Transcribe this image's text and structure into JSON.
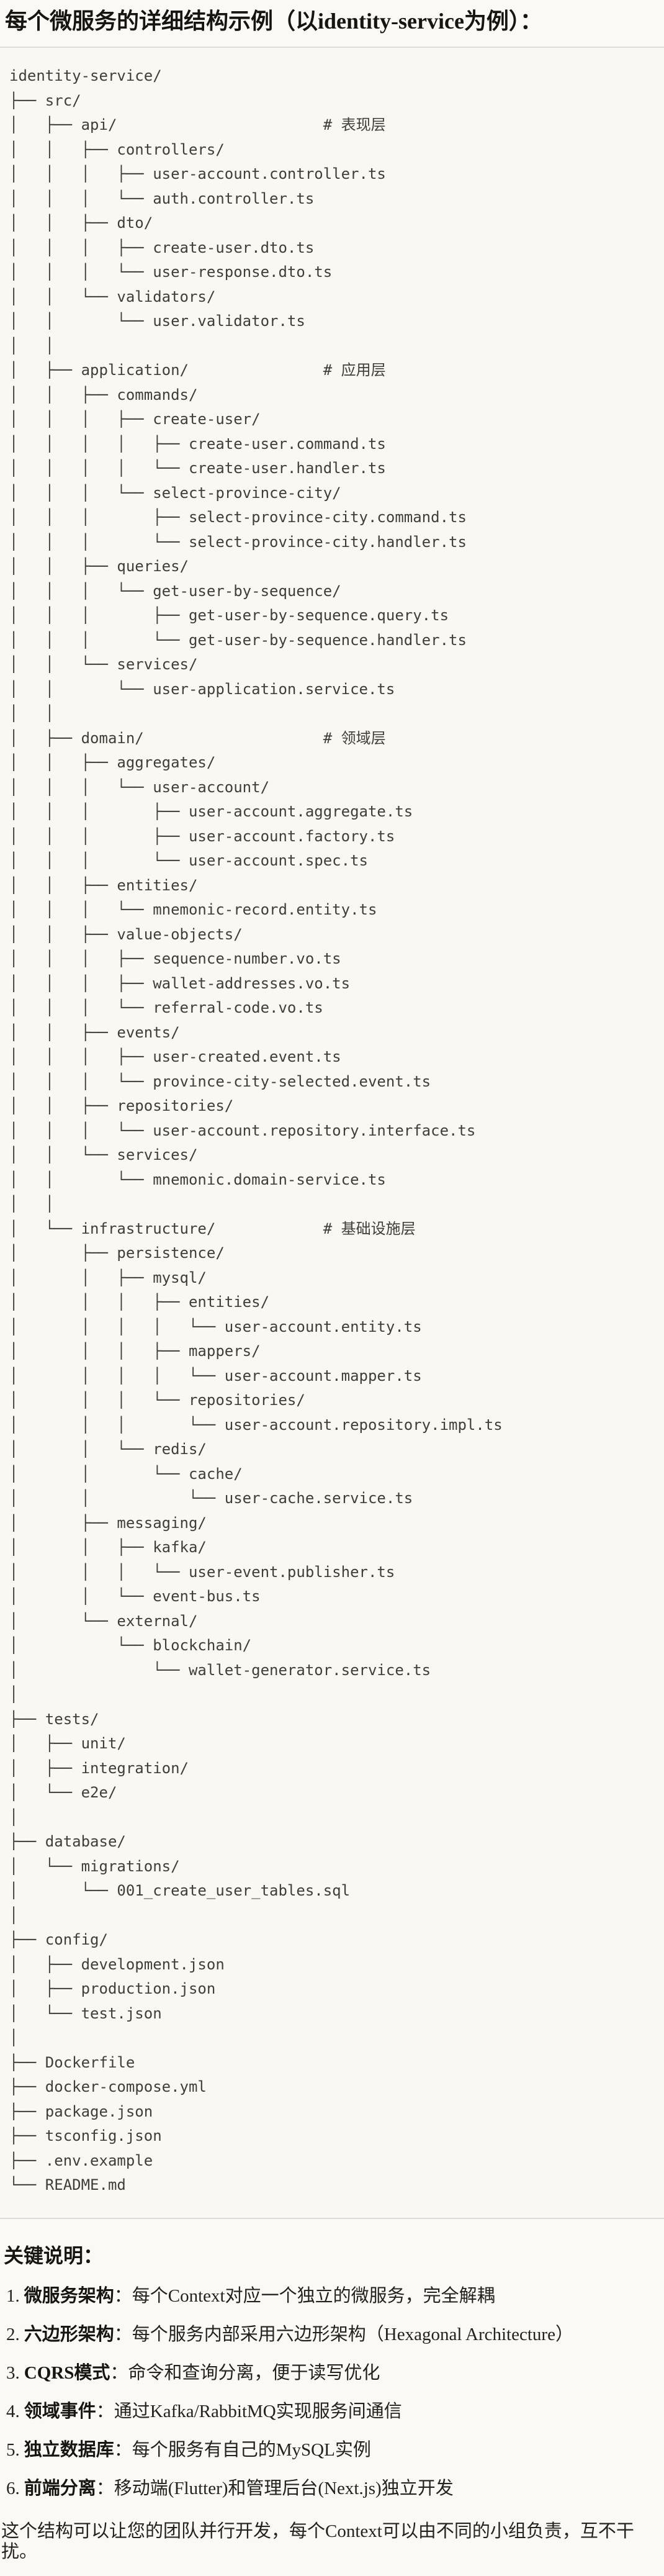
{
  "page": {
    "title": "每个微服务的详细结构示例（以identity-service为例）："
  },
  "code_block": {
    "lines": [
      "identity-service/",
      "├── src/",
      "│   ├── api/                       # 表现层",
      "│   │   ├── controllers/",
      "│   │   │   ├── user-account.controller.ts",
      "│   │   │   └── auth.controller.ts",
      "│   │   ├── dto/",
      "│   │   │   ├── create-user.dto.ts",
      "│   │   │   └── user-response.dto.ts",
      "│   │   └── validators/",
      "│   │       └── user.validator.ts",
      "│   │",
      "│   ├── application/               # 应用层",
      "│   │   ├── commands/",
      "│   │   │   ├── create-user/",
      "│   │   │   │   ├── create-user.command.ts",
      "│   │   │   │   └── create-user.handler.ts",
      "│   │   │   └── select-province-city/",
      "│   │   │       ├── select-province-city.command.ts",
      "│   │   │       └── select-province-city.handler.ts",
      "│   │   ├── queries/",
      "│   │   │   └── get-user-by-sequence/",
      "│   │   │       ├── get-user-by-sequence.query.ts",
      "│   │   │       └── get-user-by-sequence.handler.ts",
      "│   │   └── services/",
      "│   │       └── user-application.service.ts",
      "│   │",
      "│   ├── domain/                    # 领域层",
      "│   │   ├── aggregates/",
      "│   │   │   └── user-account/",
      "│   │   │       ├── user-account.aggregate.ts",
      "│   │   │       ├── user-account.factory.ts",
      "│   │   │       └── user-account.spec.ts",
      "│   │   ├── entities/",
      "│   │   │   └── mnemonic-record.entity.ts",
      "│   │   ├── value-objects/",
      "│   │   │   ├── sequence-number.vo.ts",
      "│   │   │   ├── wallet-addresses.vo.ts",
      "│   │   │   └── referral-code.vo.ts",
      "│   │   ├── events/",
      "│   │   │   ├── user-created.event.ts",
      "│   │   │   └── province-city-selected.event.ts",
      "│   │   ├── repositories/",
      "│   │   │   └── user-account.repository.interface.ts",
      "│   │   └── services/",
      "│   │       └── mnemonic.domain-service.ts",
      "│   │",
      "│   └── infrastructure/            # 基础设施层",
      "│       ├── persistence/",
      "│       │   ├── mysql/",
      "│       │   │   ├── entities/",
      "│       │   │   │   └── user-account.entity.ts",
      "│       │   │   ├── mappers/",
      "│       │   │   │   └── user-account.mapper.ts",
      "│       │   │   └── repositories/",
      "│       │   │       └── user-account.repository.impl.ts",
      "│       │   └── redis/",
      "│       │       └── cache/",
      "│       │           └── user-cache.service.ts",
      "│       ├── messaging/",
      "│       │   ├── kafka/",
      "│       │   │   └── user-event.publisher.ts",
      "│       │   └── event-bus.ts",
      "│       └── external/",
      "│           └── blockchain/",
      "│               └── wallet-generator.service.ts",
      "│",
      "├── tests/",
      "│   ├── unit/",
      "│   ├── integration/",
      "│   └── e2e/",
      "│",
      "├── database/",
      "│   └── migrations/",
      "│       └── 001_create_user_tables.sql",
      "│",
      "├── config/",
      "│   ├── development.json",
      "│   ├── production.json",
      "│   └── test.json",
      "│",
      "├── Dockerfile",
      "├── docker-compose.yml",
      "├── package.json",
      "├── tsconfig.json",
      "├── .env.example",
      "└── README.md"
    ]
  },
  "notes": {
    "heading": "关键说明：",
    "items": [
      {
        "num": "1.",
        "term": "微服务架构",
        "desc": "：每个Context对应一个独立的微服务，完全解耦"
      },
      {
        "num": "2.",
        "term": "六边形架构",
        "desc": "：每个服务内部采用六边形架构（Hexagonal Architecture）"
      },
      {
        "num": "3.",
        "term": "CQRS模式",
        "desc": "：命令和查询分离，便于读写优化"
      },
      {
        "num": "4.",
        "term": "领域事件",
        "desc": "：通过Kafka/RabbitMQ实现服务间通信"
      },
      {
        "num": "5.",
        "term": "独立数据库",
        "desc": "：每个服务有自己的MySQL实例"
      },
      {
        "num": "6.",
        "term": "前端分离",
        "desc": "：移动端(Flutter)和管理后台(Next.js)独立开发"
      }
    ],
    "closing": "这个结构可以让您的团队并行开发，每个Context可以由不同的小组负责，互不干扰。"
  }
}
